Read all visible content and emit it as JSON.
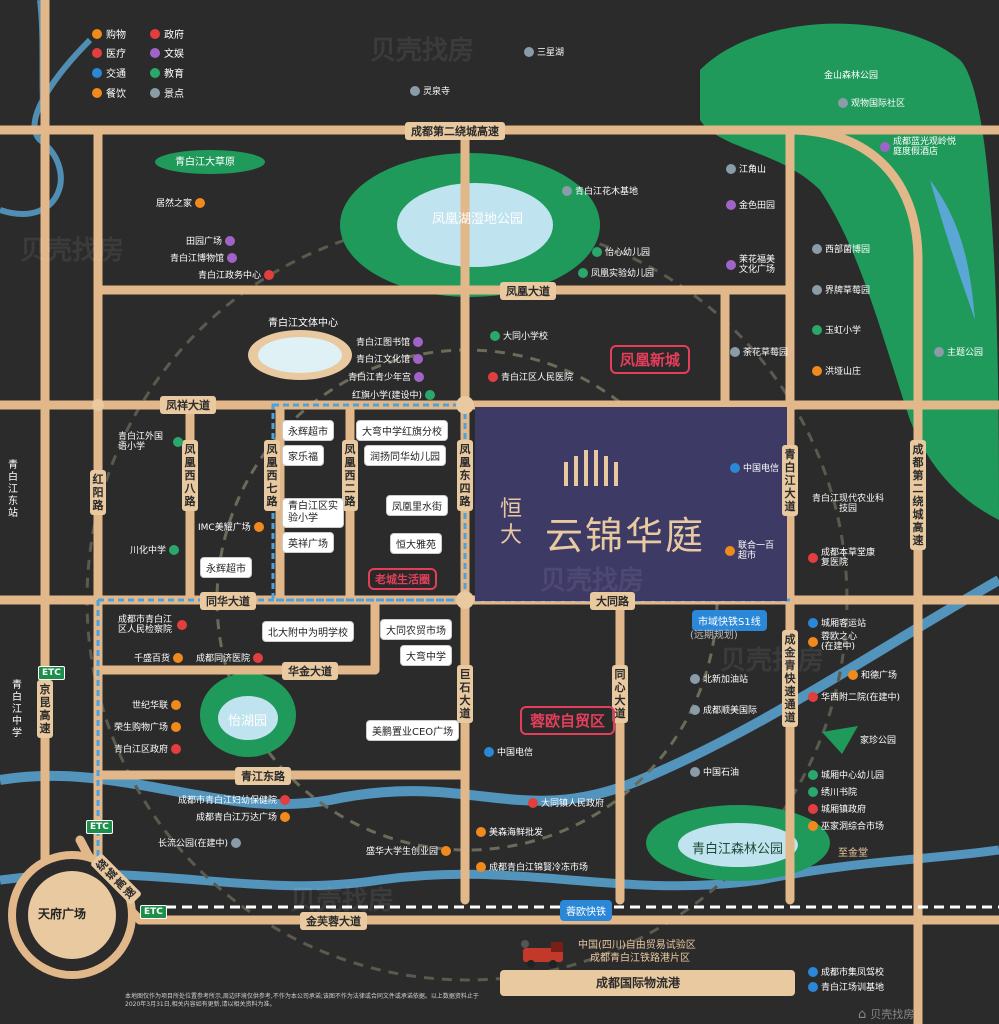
{
  "legend": [
    {
      "label": "购物",
      "icon": "shopping-bag-icon",
      "color": "#f08a1c"
    },
    {
      "label": "政府",
      "icon": "star-icon",
      "color": "#e33e3e"
    },
    {
      "label": "医疗",
      "icon": "cross-icon",
      "color": "#e33e3e"
    },
    {
      "label": "文娱",
      "icon": "culture-icon",
      "color": "#a064c8"
    },
    {
      "label": "交通",
      "icon": "bus-icon",
      "color": "#2b88d8"
    },
    {
      "label": "教育",
      "icon": "education-icon",
      "color": "#2aa86b"
    },
    {
      "label": "餐饮",
      "icon": "food-icon",
      "color": "#f08a1c"
    },
    {
      "label": "景点",
      "icon": "scenery-icon",
      "color": "#8a9ca8"
    }
  ],
  "roads": {
    "ring2": "成都第二绕城高速",
    "fenghuang": "凤凰大道",
    "fengxiang": "凤祥大道",
    "tonghua": "同华大道",
    "datong": "大同路",
    "huajin": "华金大道",
    "qingjiang_east": "青江东路",
    "jinfurong": "金芙蓉大道",
    "hongyang": "红阳路",
    "fh8": "凤凰西八路",
    "fh7": "凤凰西七路",
    "fh2": "凤凰西二路",
    "fh_east4": "凤凰东四路",
    "jushi": "巨石大道",
    "tongxin": "同心大道",
    "qingbaijiang": "青白江大道",
    "jinqing": "成金青快速通道",
    "ring2_v": "成都第二绕城高速",
    "jingkun": "京昆高速",
    "rongjing": "绕城高速",
    "metro_s1": "市域快铁S1线",
    "metro_note": "(远期规划)",
    "rongou": "蓉欧快铁",
    "qingbaijiang_east_station": "青白江东站",
    "qingbaijiang_center": "青白江中学",
    "tianfu": "天府广场",
    "to_jintang": "至金堂",
    "etc": "ETC"
  },
  "parks": {
    "fenghuang_lake": "凤凰湖湿地公园",
    "yihu": "怡湖园",
    "forest": "青白江森林公园",
    "grassland": "青白江大草原",
    "culture_center": "青白江文体中心"
  },
  "project": {
    "brand": "恒大",
    "name": "云锦华庭"
  },
  "zones": {
    "new_city": "凤凰新城",
    "old_city": "老城生活圈",
    "ftz": "蓉欧自贸区"
  },
  "logistics": {
    "title1": "中国(四川)自由贸易试验区",
    "title2": "成都青白江铁路港片区",
    "port": "成都国际物流港"
  },
  "boxes": [
    "永辉超市",
    "大弯中学红旗分校",
    "家乐福",
    "润扬同华幼儿园",
    "青白江区实验小学",
    "凤凰里水街",
    "英祥广场",
    "恒大雅苑",
    "永辉超市",
    "北大附中为明学校",
    "大同农贸市场",
    "大弯中学",
    "美鹏置业CEO广场"
  ],
  "pois": [
    "三星湖",
    "灵泉寺",
    "居然之家",
    "田园广场",
    "青白江博物馆",
    "青白江政务中心",
    "青白江图书馆",
    "青白江文化馆",
    "青白江青少年宫",
    "红旗小学(建设中)",
    "青白江花木基地",
    "怡心幼儿园",
    "凤凰实验幼儿园",
    "大同小学校",
    "青白江区人民医院",
    "江角山",
    "金色田园",
    "茉花福美文化广场",
    "西部菌博园",
    "界牌草莓园",
    "玉虹小学",
    "洪垭山庄",
    "荼花草莓园",
    "金山森林公园",
    "观物国际社区",
    "成都蓝光观岭悦庭度假酒店",
    "中国电信",
    "联合一百超市",
    "青白江外国语小学",
    "IMC美耀广场",
    "川化中学",
    "成都市青白江区人民检察院",
    "千盛百货",
    "成都同济医院",
    "世纪华联",
    "荣生购物广场",
    "青白江区政府",
    "成都市青白江妇幼保健院",
    "成都青白江万达广场",
    "长流公园(在建中)",
    "中国电信",
    "北新加油站",
    "成都顺美国际",
    "中国石油",
    "大同镇人民政府",
    "美森海鲜批发",
    "盛华大学生创业园",
    "成都青白江锦賢冷冻市场",
    "青白江现代农业科技园",
    "成都本草堂康复医院",
    "城厢客运站",
    "蓉欧之心(在建中)",
    "和德广场",
    "华西附二院(在建中)",
    "家珍公园",
    "城厢中心幼儿园",
    "绣川书院",
    "城厢镇政府",
    "巫家洞综合市场",
    "成都市集凤驾校",
    "青白江场训基地",
    "主题公园"
  ],
  "footnote": "本地图仅作为项目所处位置参考所示,周边环境仅供参考,不作为本公司承诺;该图不作为法律或合同文件或承诺依据。以上数据资料止于2020年3月31日,相关内容如有更新,请以相关资料为准。",
  "logo": "贝壳找房",
  "watermark": "贝壳找房"
}
